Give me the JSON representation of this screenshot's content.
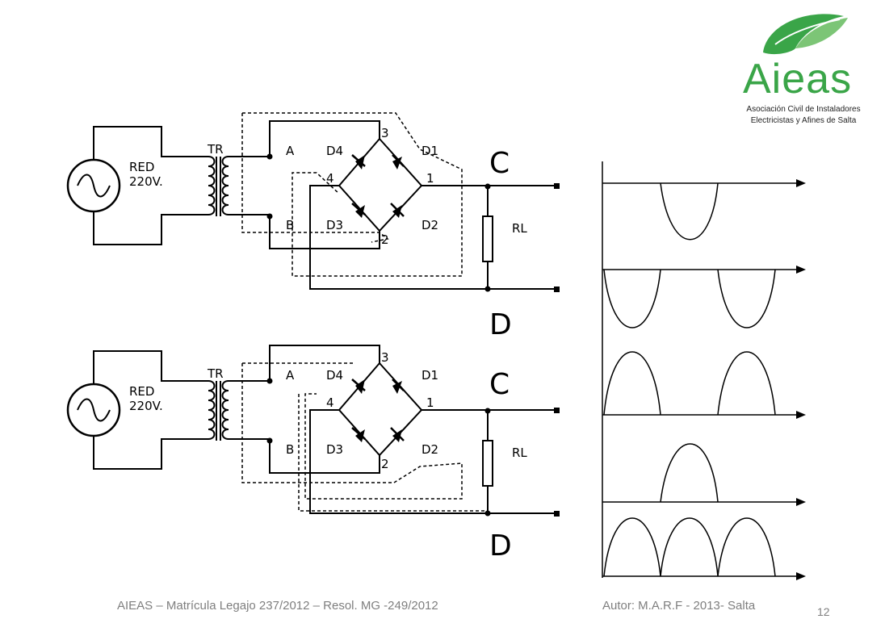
{
  "logo": {
    "name": "Aieas",
    "subtitle_line1": "Asociación Civil de Instaladores",
    "subtitle_line2": "Electricistas y Afines de Salta",
    "brand_color": "#3aa548"
  },
  "circuits": [
    {
      "source": "RED",
      "voltage": "220V.",
      "transformer": "TR",
      "node_a": "A",
      "node_b": "B",
      "diodes": [
        "D4",
        "D1",
        "D3",
        "D2"
      ],
      "pins": [
        "3",
        "4",
        "1",
        "2"
      ],
      "output_top": "C",
      "output_bottom": "D",
      "load": "RL"
    },
    {
      "source": "RED",
      "voltage": "220V.",
      "transformer": "TR",
      "node_a": "A",
      "node_b": "B",
      "diodes": [
        "D4",
        "D1",
        "D3",
        "D2"
      ],
      "pins": [
        "3",
        "4",
        "1",
        "2"
      ],
      "output_top": "C",
      "output_bottom": "D",
      "load": "RL"
    }
  ],
  "waveforms": [
    "negative half-wave",
    "negative half-waves",
    "positive half-waves",
    "positive half-wave",
    "full-wave rectified"
  ],
  "footer": {
    "left": "AIEAS – Matrícula Legajo 237/2012 – Resol. MG -249/2012",
    "right": "Autor: M.A.R.F - 2013- Salta",
    "page": "12"
  }
}
